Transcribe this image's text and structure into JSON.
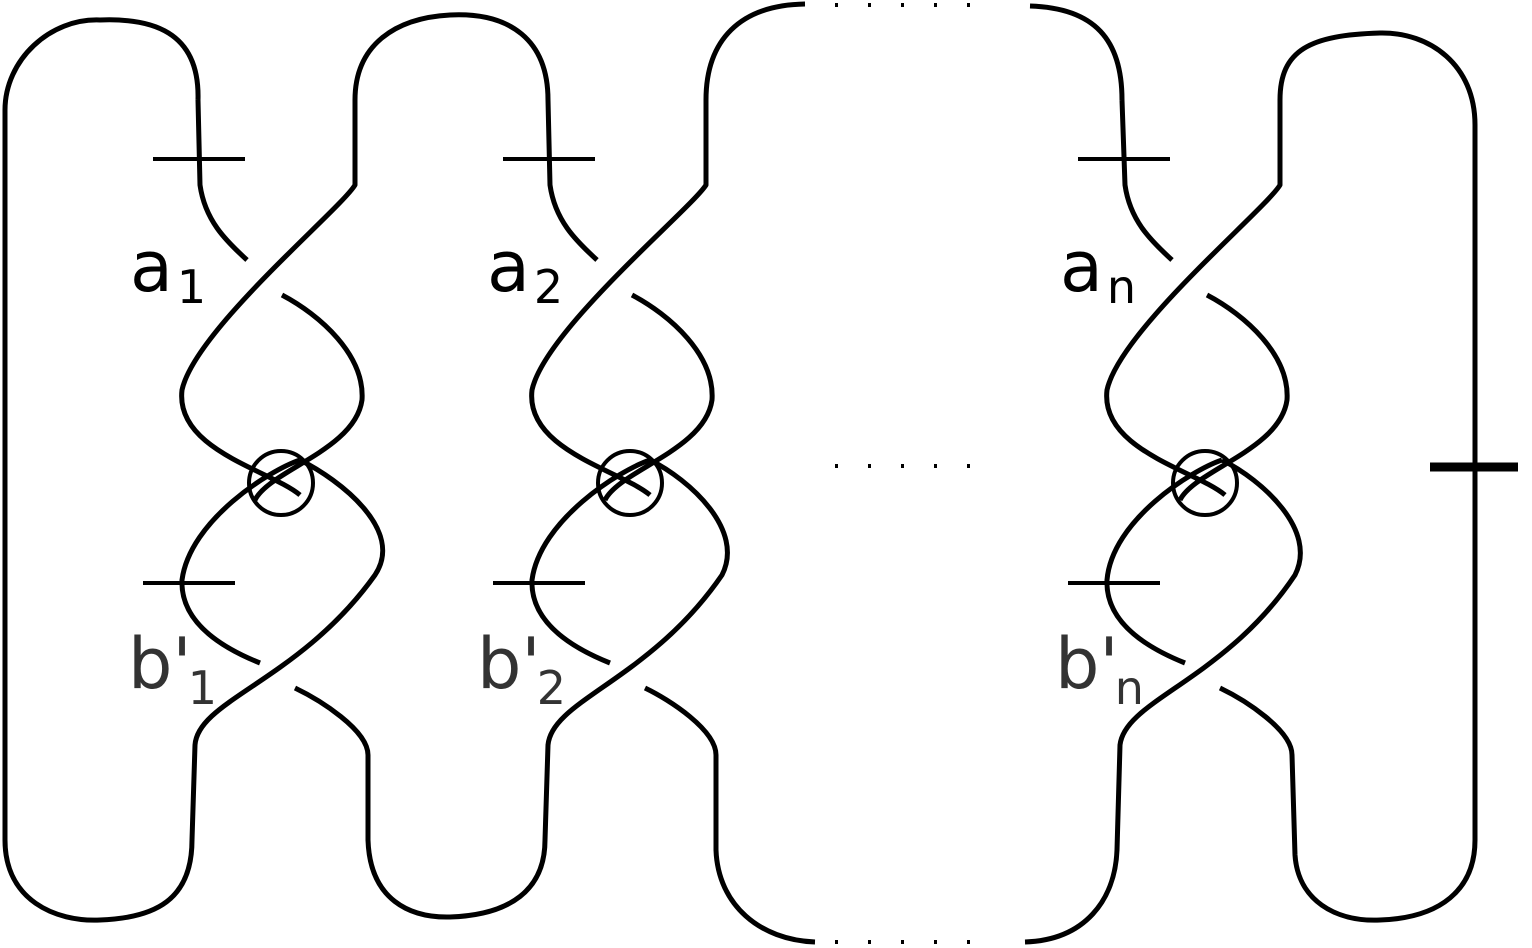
{
  "labels": {
    "a1": {
      "main": "a",
      "sub": "1"
    },
    "a2": {
      "main": "a",
      "sub": "2"
    },
    "an": {
      "main": "a",
      "sub": "n"
    },
    "b1": {
      "main": "b'",
      "sub": "1"
    },
    "b2": {
      "main": "b'",
      "sub": "2"
    },
    "bn": {
      "main": "b'",
      "sub": "n"
    }
  },
  "colors": {
    "strand": "#000000",
    "b_label": "#333333"
  }
}
